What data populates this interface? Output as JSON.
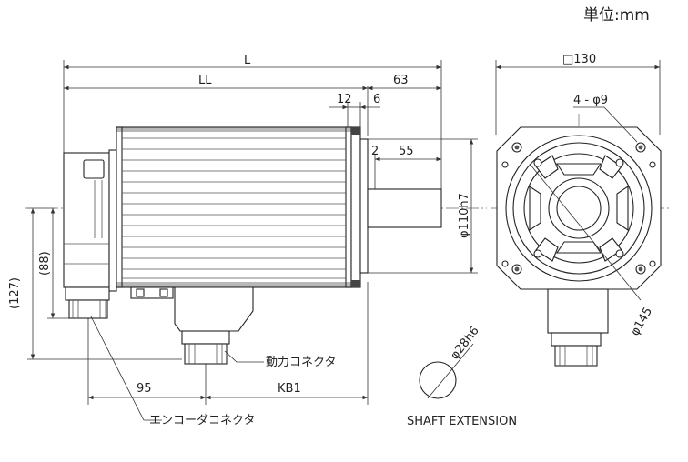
{
  "unit_label": "単位:mm",
  "dimensions": {
    "L": "L",
    "LL": "LL",
    "d63": "63",
    "d12": "12",
    "d6": "6",
    "d2": "2",
    "d55": "55",
    "shaft_fit": "φ110h7",
    "d127": "(127)",
    "d88": "(88)",
    "d95": "95",
    "KB1": "KB1",
    "square": "□130",
    "holes": "4 - φ9",
    "pcd": "φ145",
    "shaft_dia": "φ28h6"
  },
  "labels": {
    "power_connector": "動力コネクタ",
    "encoder_connector": "エンコーダコネクタ",
    "shaft_extension": "SHAFT EXTENSION"
  }
}
